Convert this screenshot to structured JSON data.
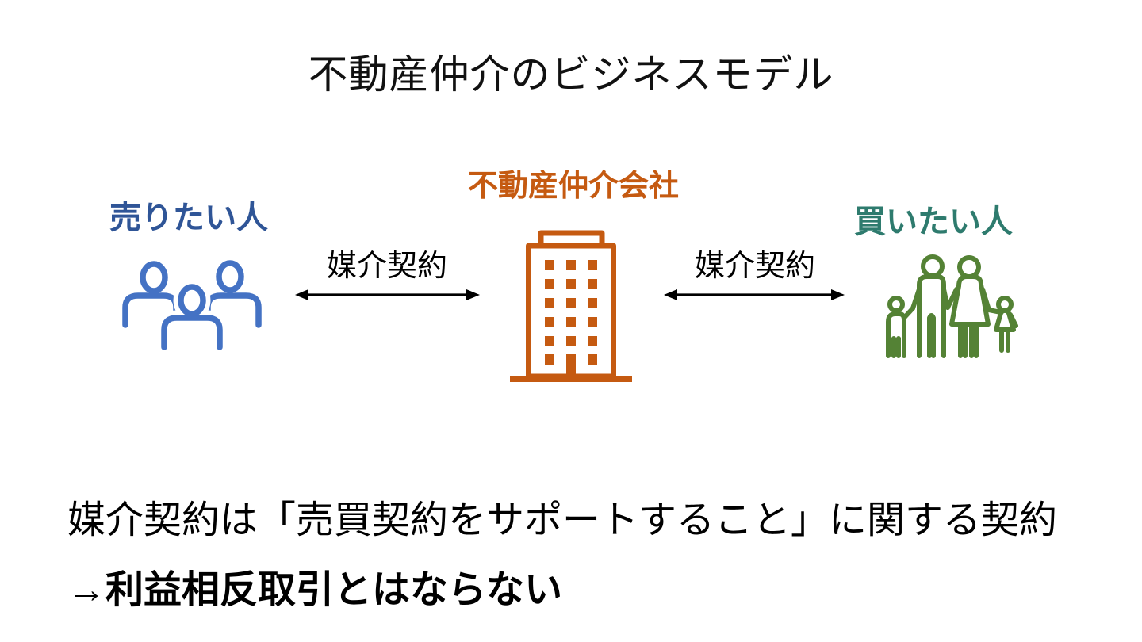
{
  "slide": {
    "title": "不動産仲介のビジネスモデル"
  },
  "diagram": {
    "company": {
      "label": "不動産仲介会社",
      "icon": "office-building-icon"
    },
    "seller": {
      "label": "売りたい人",
      "icon": "people-group-icon"
    },
    "buyer": {
      "label": "買いたい人",
      "icon": "family-icon"
    },
    "left_arrow": {
      "label": "媒介契約",
      "icon": "double-headed-arrow-icon"
    },
    "right_arrow": {
      "label": "媒介契約",
      "icon": "double-headed-arrow-icon"
    }
  },
  "notes": {
    "line1": "媒介契約は「売買契約をサポートすること」に関する契約",
    "line2": "→利益相反取引とはならない"
  },
  "colors": {
    "background": "#FFFFFF",
    "title-black": "#111111",
    "note-black": "#000000",
    "arrow-black": "#000000",
    "seller-label": "#2F5597",
    "seller-icon": "#4472C4",
    "company-orange": "#C55A11",
    "buyer-label": "#2E7B6E",
    "buyer-icon": "#548235"
  }
}
